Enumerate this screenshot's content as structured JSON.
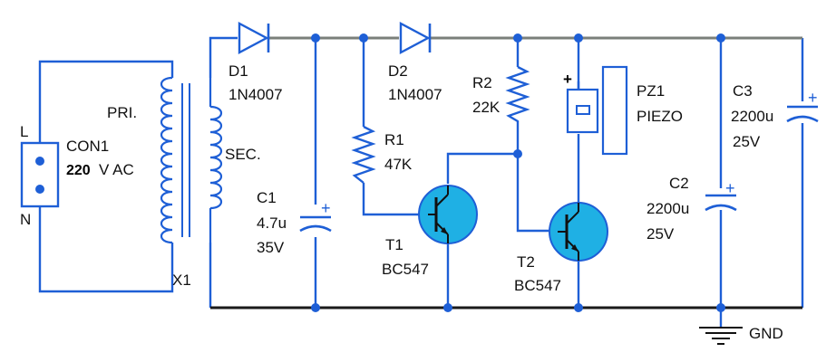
{
  "colors": {
    "wire": "#1e5fd6",
    "rail_positive": "#7a7f7a",
    "rail_ground": "#1a1a1a",
    "junction": "#1e5fd6",
    "transistor_fill": "#1fb0e4"
  },
  "connector": {
    "ref": "CON1",
    "pin_top": "L",
    "pin_bottom": "N",
    "voltage_value": "220",
    "voltage_unit": "V AC"
  },
  "transformer": {
    "ref": "X1",
    "primary": "PRI.",
    "secondary": "SEC."
  },
  "d1": {
    "ref": "D1",
    "part": "1N4007"
  },
  "d2": {
    "ref": "D2",
    "part": "1N4007"
  },
  "c1": {
    "ref": "C1",
    "value": "4.7u",
    "voltage": "35V",
    "polarity": "+"
  },
  "r1": {
    "ref": "R1",
    "value": "47K"
  },
  "r2": {
    "ref": "R2",
    "value": "22K"
  },
  "t1": {
    "ref": "T1",
    "part": "BC547"
  },
  "t2": {
    "ref": "T2",
    "part": "BC547"
  },
  "pz1": {
    "ref": "PZ1",
    "part": "PIEZO",
    "polarity": "+"
  },
  "c2": {
    "ref": "C2",
    "value": "2200u",
    "voltage": "25V",
    "polarity": "+"
  },
  "c3": {
    "ref": "C3",
    "value": "2200u",
    "voltage": "25V",
    "polarity": "+"
  },
  "ground": {
    "label": "GND",
    "icon": "ground-symbol-icon"
  }
}
